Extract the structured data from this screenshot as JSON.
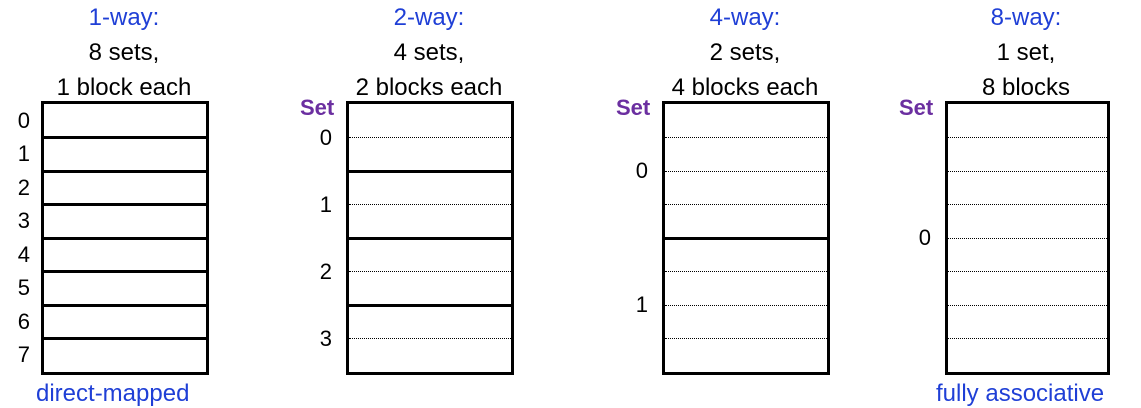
{
  "panels": [
    {
      "way": "1-way:",
      "sets_line": "8 sets,",
      "blocks_line": "1 block each",
      "set_header": "",
      "set_labels": [
        "0",
        "1",
        "2",
        "3",
        "4",
        "5",
        "6",
        "7"
      ],
      "sets": 8,
      "blocks_per_set": 1,
      "bottom_label": "direct-mapped"
    },
    {
      "way": "2-way:",
      "sets_line": "4 sets,",
      "blocks_line": "2 blocks each",
      "set_header": "Set",
      "set_labels": [
        "0",
        "1",
        "2",
        "3"
      ],
      "sets": 4,
      "blocks_per_set": 2,
      "bottom_label": ""
    },
    {
      "way": "4-way:",
      "sets_line": "2 sets,",
      "blocks_line": "4 blocks each",
      "set_header": "Set",
      "set_labels": [
        "0",
        "1"
      ],
      "sets": 2,
      "blocks_per_set": 4,
      "bottom_label": ""
    },
    {
      "way": "8-way:",
      "sets_line": "1 set,",
      "blocks_line": "8 blocks",
      "set_header": "Set",
      "set_labels": [
        "0"
      ],
      "sets": 1,
      "blocks_per_set": 8,
      "bottom_label": "fully associative"
    }
  ]
}
